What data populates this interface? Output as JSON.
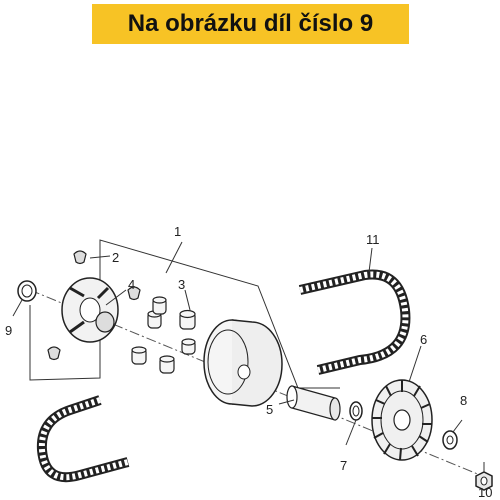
{
  "header": {
    "text": "Na obrázku díl číslo 9",
    "background": "#f7c325"
  },
  "callouts": {
    "c1": "1",
    "c2": "2",
    "c3": "3",
    "c4": "4",
    "c5": "5",
    "c6": "6",
    "c7": "7",
    "c8": "8",
    "c9": "9",
    "c10": "10",
    "c11": "11"
  }
}
